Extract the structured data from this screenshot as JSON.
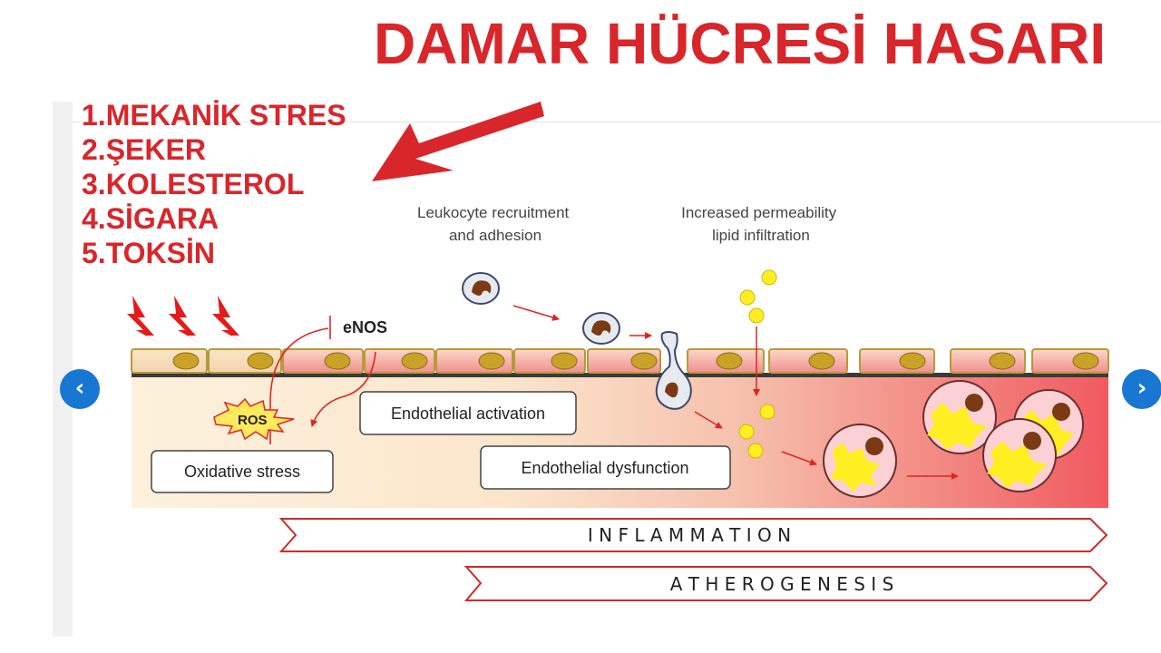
{
  "title": "DAMAR HÜCRESİ HASARI",
  "causes": [
    "1.MEKANİK STRES",
    "2.ŞEKER",
    "3.KOLESTEROL",
    "4.SİGARA",
    "5.TOKSİN"
  ],
  "diagram": {
    "leukocyte_line1": "Leukocyte recruitment",
    "leukocyte_line2": "and adhesion",
    "permeability_line1": "Increased permeability",
    "permeability_line2": "lipid infiltration",
    "enos": "eNOS",
    "ros": "ROS",
    "endothelial_activation": "Endothelial activation",
    "endothelial_dysfunction": "Endothelial dysfunction",
    "oxidative_stress": "Oxidative stress",
    "inflammation": "I N F L A M M A T I O N",
    "atherogenesis": "A T H E R O G E N E S I S"
  },
  "colors": {
    "accent_red": "#d8262b",
    "nav_blue": "#1877d2",
    "cell_fill": "#f9e2c6",
    "nucleus": "#c9a227",
    "lipid_yellow": "#ffee22"
  },
  "icons": {
    "prev": "chevron-left-icon",
    "next": "chevron-right-icon",
    "pointer": "arrow-icon",
    "stress": "lightning-bolt-icon"
  },
  "nav": {
    "prev_symbol": "‹",
    "next_symbol": "›"
  }
}
